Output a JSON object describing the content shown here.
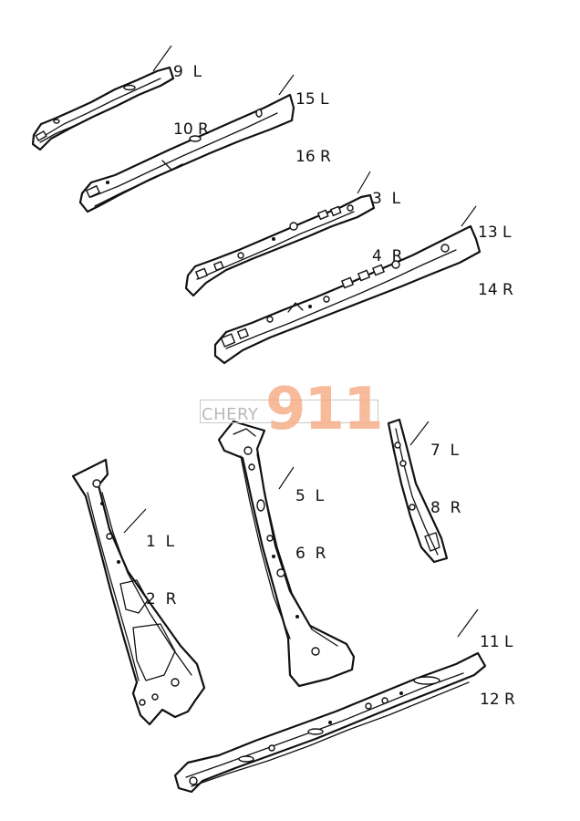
{
  "watermark": {
    "brand": "CHERY",
    "number": "911",
    "number_color": "#f6b08a"
  },
  "callouts": [
    {
      "id": "c-9-10",
      "line1": "9  L",
      "line2": "10 R"
    },
    {
      "id": "c-15-16",
      "line1": "15 L",
      "line2": "16 R"
    },
    {
      "id": "c-3-4",
      "line1": "3  L",
      "line2": "4  R"
    },
    {
      "id": "c-13-14",
      "line1": "13 L",
      "line2": "14 R"
    },
    {
      "id": "c-7-8",
      "line1": "7  L",
      "line2": "8  R"
    },
    {
      "id": "c-5-6",
      "line1": "5  L",
      "line2": "6  R"
    },
    {
      "id": "c-1-2",
      "line1": "1  L",
      "line2": "2  R"
    },
    {
      "id": "c-11-12",
      "line1": "11 L",
      "line2": "12 R"
    }
  ]
}
